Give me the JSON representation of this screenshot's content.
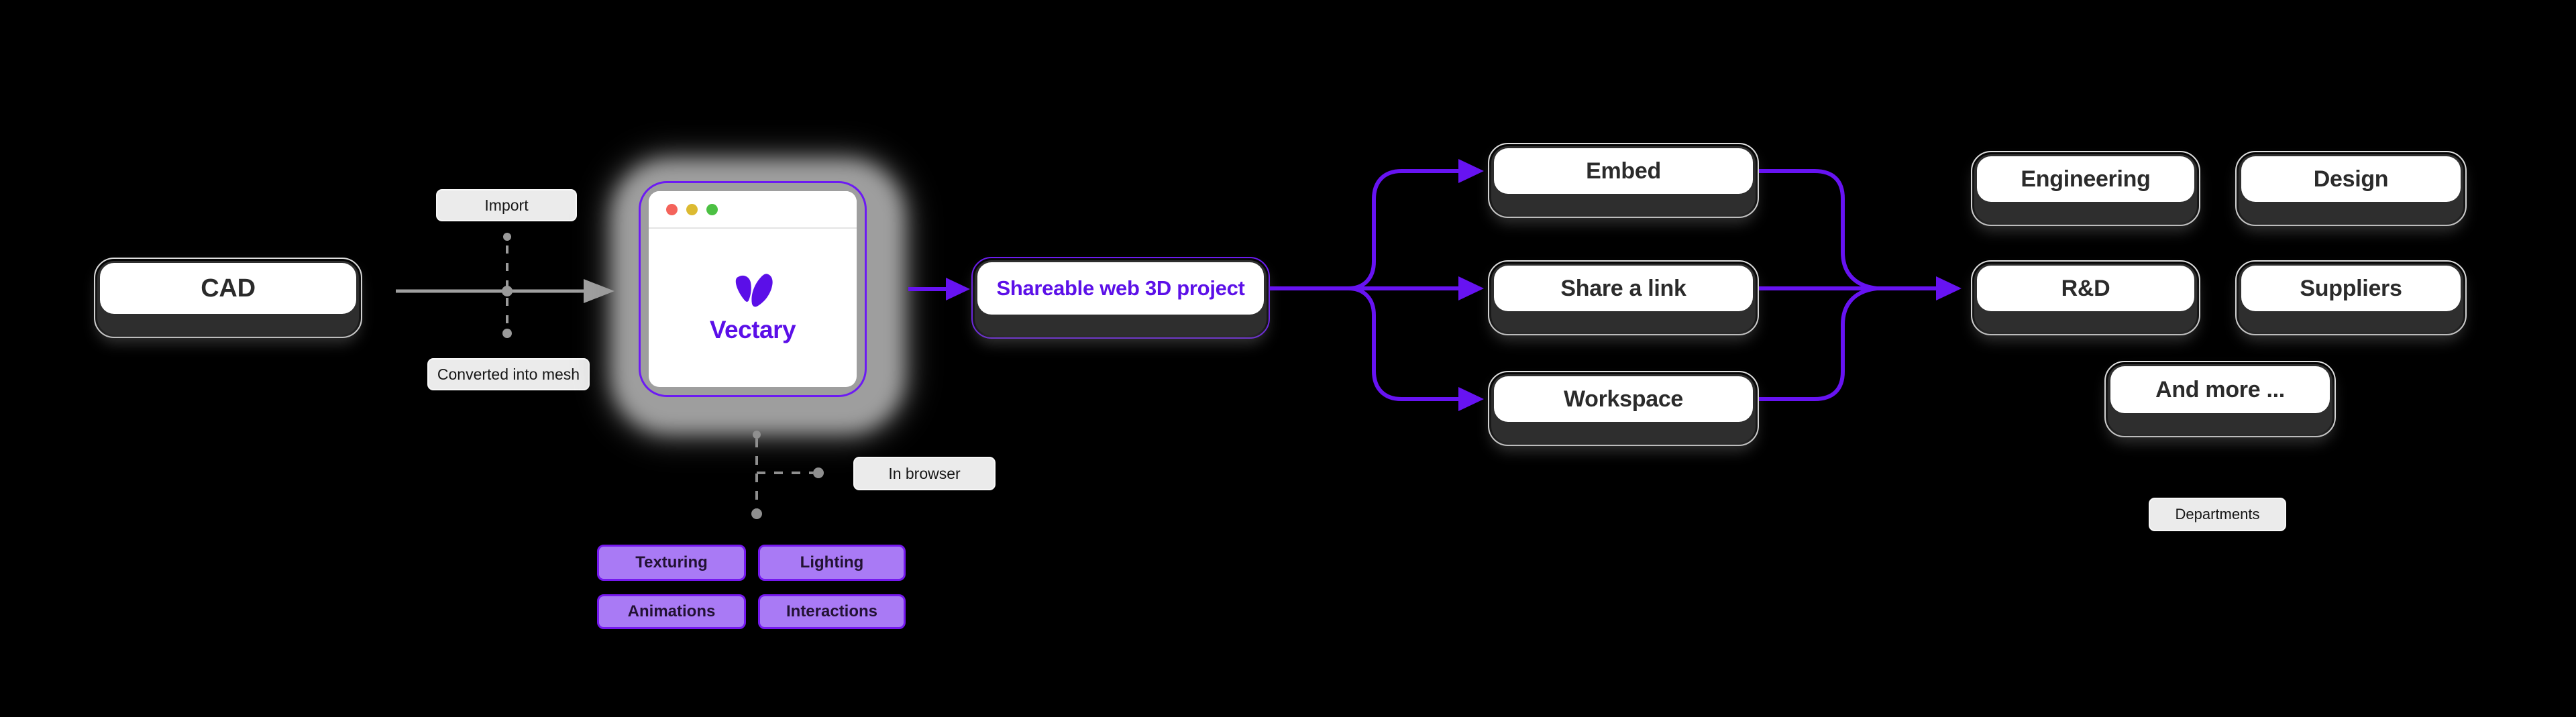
{
  "diagram": {
    "nodes": {
      "cad": {
        "label": "CAD"
      },
      "vectary": {
        "wordmark": "Vectary"
      },
      "shareable": {
        "label": "Shareable web 3D project"
      },
      "outputs": [
        {
          "label": "Embed"
        },
        {
          "label": "Share a link"
        },
        {
          "label": "Workspace"
        }
      ],
      "departments": [
        {
          "label": "Engineering"
        },
        {
          "label": "Design"
        },
        {
          "label": "R&D"
        },
        {
          "label": "Suppliers"
        },
        {
          "label": "And more ..."
        }
      ],
      "features": [
        {
          "label": "Texturing"
        },
        {
          "label": "Lighting"
        },
        {
          "label": "Animations"
        },
        {
          "label": "Interactions"
        }
      ]
    },
    "tags": {
      "import": "Import",
      "converted_into_mesh": "Converted into mesh",
      "in_browser": "In browser",
      "departments": "Departments"
    },
    "colors": {
      "background": "#000000",
      "accent_purple": "#6713f2",
      "vectary_purple": "#5b0fe8",
      "node_face": "#ffffff",
      "node_text": "#2b2b2b",
      "node_extrusion": "#2e2e2e",
      "node_ring_light": "#e3e3e3",
      "tag_background": "#ebebeb",
      "feature_fill": "#a97af5",
      "feature_border": "#7518ef",
      "connector_gray": "#9a9a9a",
      "traffic_red": "#f4635b",
      "traffic_yellow": "#dcba31",
      "traffic_green": "#4cc043"
    }
  }
}
